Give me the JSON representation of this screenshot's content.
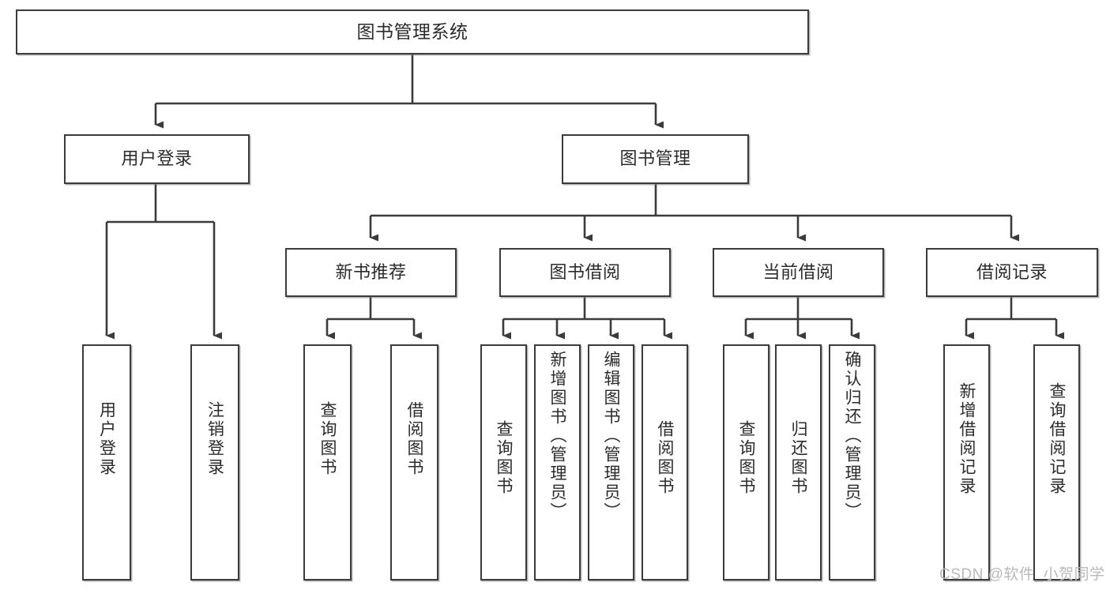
{
  "diagram": {
    "type": "tree-hierarchy",
    "title": "图书管理系统",
    "root": {
      "label": "图书管理系统"
    },
    "level2": [
      {
        "label": "用户登录"
      },
      {
        "label": "图书管理"
      }
    ],
    "level3": [
      {
        "label": "新书推荐"
      },
      {
        "label": "图书借阅"
      },
      {
        "label": "当前借阅"
      },
      {
        "label": "借阅记录"
      }
    ],
    "leaves": {
      "user_login": [
        {
          "label": "用户登录"
        },
        {
          "label": "注销登录"
        }
      ],
      "new_book_recommend": [
        {
          "label": "查询图书"
        },
        {
          "label": "借阅图书"
        }
      ],
      "book_borrow": [
        {
          "label": "查询图书"
        },
        {
          "label": "新增图书（管理员）"
        },
        {
          "label": "编辑图书（管理员）"
        },
        {
          "label": "借阅图书"
        }
      ],
      "current_borrow": [
        {
          "label": "查询图书"
        },
        {
          "label": "归还图书"
        },
        {
          "label": "确认归还（管理员）"
        }
      ],
      "borrow_records": [
        {
          "label": "新增借阅记录"
        },
        {
          "label": "查询借阅记录"
        }
      ]
    }
  },
  "watermark": {
    "text": "CSDN @软件_小贺同学"
  },
  "colors": {
    "stroke": "#3b3b3b",
    "text": "#2b2b2b",
    "background": "#ffffff",
    "watermark": "#b9b9b9"
  }
}
